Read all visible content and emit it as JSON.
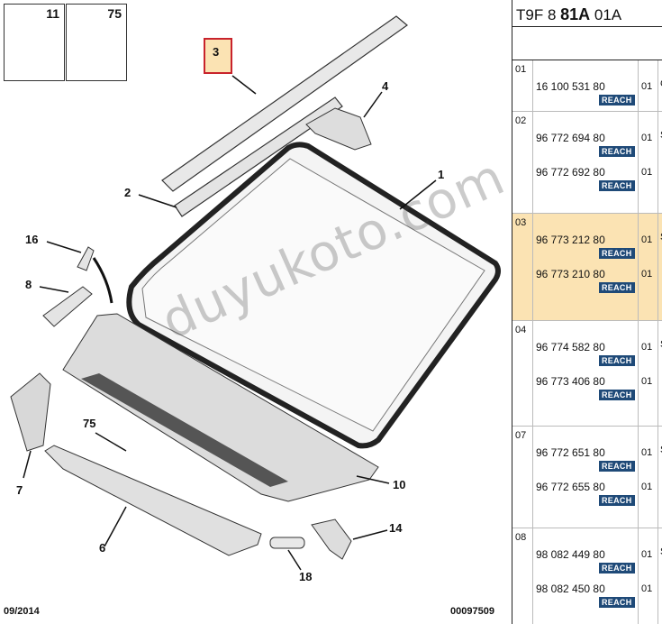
{
  "diagram": {
    "thumbs": [
      {
        "number": "11"
      },
      {
        "number": "75"
      }
    ],
    "callouts": {
      "c1": "1",
      "c2": "2",
      "c3": "3",
      "c4": "4",
      "c6": "6",
      "c7": "7",
      "c8": "8",
      "c10": "10",
      "c14": "14",
      "c16": "16",
      "c18": "18",
      "c75": "75"
    },
    "highlighted_callout": "3",
    "footer_date": "09/2014",
    "footer_ref": "00097509",
    "watermark": "duyukoto.com"
  },
  "panel": {
    "title_prefix": "T9F 8 ",
    "title_bold": "81A",
    "title_suffix": " 01A",
    "groups": [
      {
        "no": "01",
        "selected": false,
        "edge": "C",
        "parts": [
          {
            "ref": "16 100 531 80",
            "qty": "01",
            "badge": "REACH"
          }
        ]
      },
      {
        "no": "02",
        "selected": false,
        "edge": "S",
        "parts": [
          {
            "ref": "96 772 694 80",
            "qty": "01",
            "badge": "REACH"
          },
          {
            "ref": "96 772 692 80",
            "qty": "01",
            "badge": "REACH"
          }
        ]
      },
      {
        "no": "03",
        "selected": true,
        "edge": "S",
        "parts": [
          {
            "ref": "96 773 212 80",
            "qty": "01",
            "badge": "REACH"
          },
          {
            "ref": "96 773 210 80",
            "qty": "01",
            "badge": "REACH"
          }
        ]
      },
      {
        "no": "04",
        "selected": false,
        "edge": "S",
        "parts": [
          {
            "ref": "96 774 582 80",
            "qty": "01",
            "badge": "REACH"
          },
          {
            "ref": "96 773 406 80",
            "qty": "01",
            "badge": "REACH"
          }
        ]
      },
      {
        "no": "07",
        "selected": false,
        "edge": "S",
        "parts": [
          {
            "ref": "96 772 651 80",
            "qty": "01",
            "badge": "REACH"
          },
          {
            "ref": "96 772 655 80",
            "qty": "01",
            "badge": "REACH"
          }
        ]
      },
      {
        "no": "08",
        "selected": false,
        "edge": "S",
        "parts": [
          {
            "ref": "98 082 449 80",
            "qty": "01",
            "badge": "REACH"
          },
          {
            "ref": "98 082 450 80",
            "qty": "01",
            "badge": "REACH"
          }
        ]
      }
    ]
  }
}
